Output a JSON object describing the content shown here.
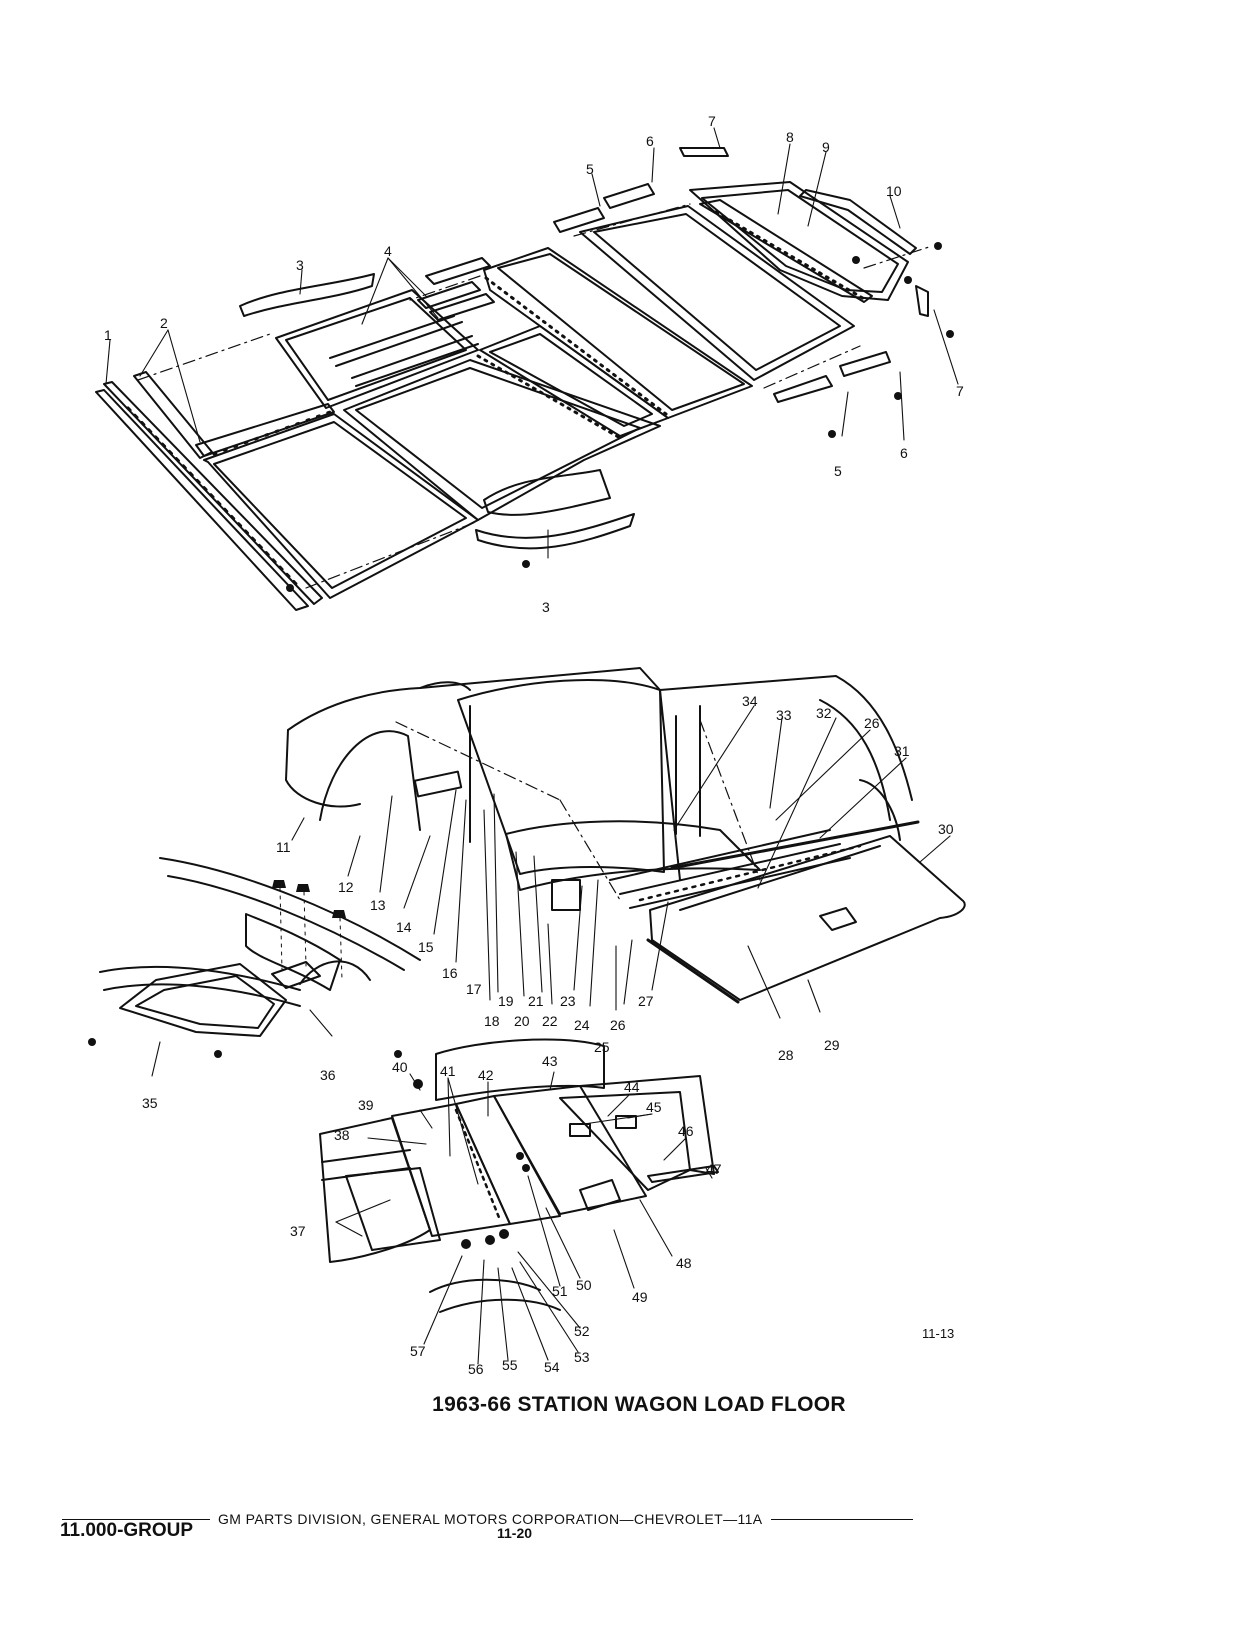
{
  "caption": "1963-66 STATION WAGON LOAD FLOOR",
  "figure_number": "11-13",
  "footer": {
    "publisher": "GM PARTS DIVISION,  GENERAL MOTORS CORPORATION—CHEVROLET—11A",
    "group": "11.000-GROUP",
    "page": "11-20"
  },
  "callouts": {
    "c1": "1",
    "c2": "2",
    "c3a": "3",
    "c3b": "3",
    "c4": "4",
    "c5a": "5",
    "c5b": "5",
    "c6a": "6",
    "c6b": "6",
    "c7a": "7",
    "c7b": "7",
    "c8": "8",
    "c9": "9",
    "c10": "10",
    "c11": "11",
    "c12": "12",
    "c13": "13",
    "c14": "14",
    "c15": "15",
    "c16": "16",
    "c17": "17",
    "c18": "18",
    "c19": "19",
    "c20": "20",
    "c21": "21",
    "c22": "22",
    "c23": "23",
    "c24": "24",
    "c25": "25",
    "c26a": "26",
    "c26b": "26",
    "c27": "27",
    "c28": "28",
    "c29": "29",
    "c30": "30",
    "c31": "31",
    "c32": "32",
    "c33": "33",
    "c34": "34",
    "c35": "35",
    "c36": "36",
    "c37": "37",
    "c38": "38",
    "c39": "39",
    "c40": "40",
    "c41": "41",
    "c42": "42",
    "c43": "43",
    "c44": "44",
    "c45": "45",
    "c46": "46",
    "c47": "47",
    "c48": "48",
    "c49": "49",
    "c50": "50",
    "c51": "51",
    "c52": "52",
    "c53": "53",
    "c54": "54",
    "c55": "55",
    "c56": "56",
    "c57": "57"
  }
}
